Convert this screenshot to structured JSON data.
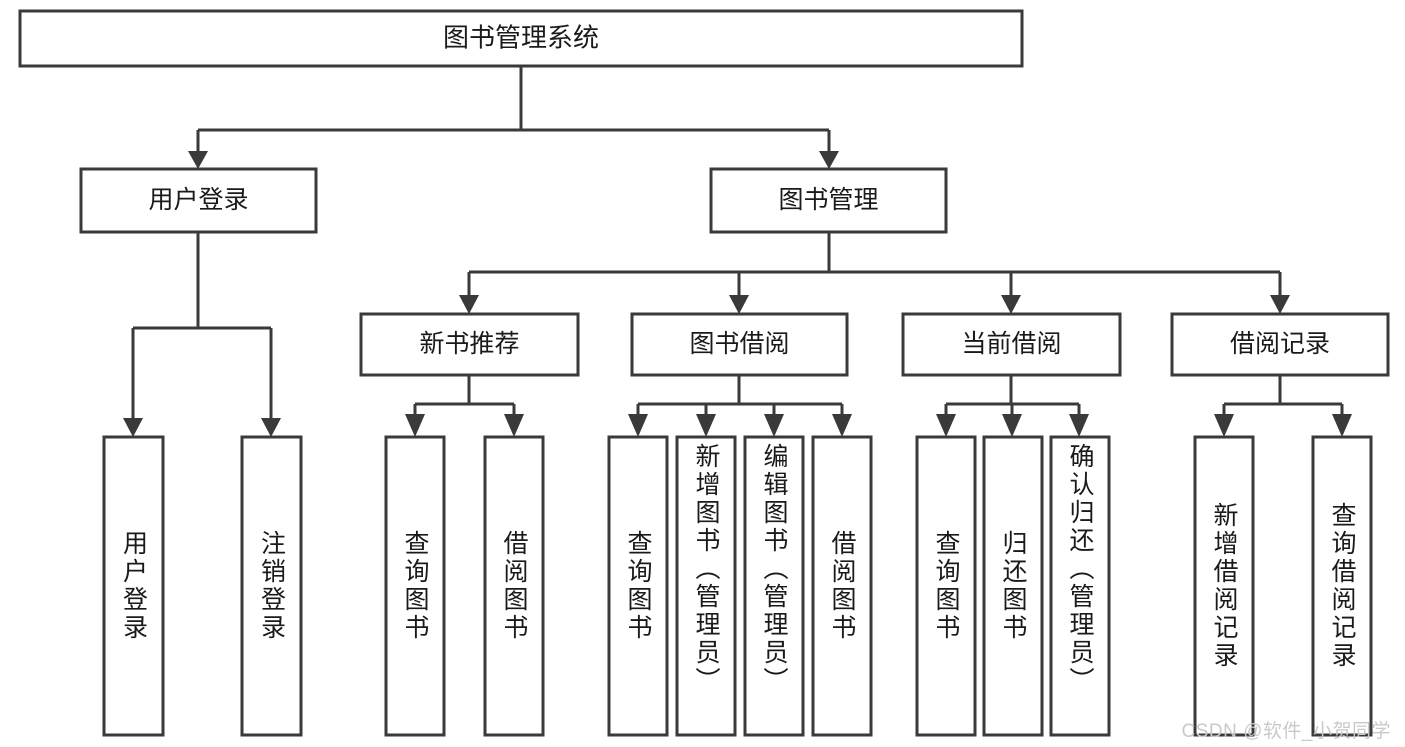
{
  "diagram": {
    "type": "tree",
    "title": "图书管理系统",
    "root": {
      "id": "root",
      "label": "图书管理系统",
      "orientation": "horizontal"
    },
    "level2": [
      {
        "id": "user-login",
        "label": "用户登录",
        "orientation": "horizontal"
      },
      {
        "id": "book-management",
        "label": "图书管理",
        "orientation": "horizontal"
      }
    ],
    "level3": [
      {
        "id": "new-book-recommend",
        "label": "新书推荐",
        "parent": "book-management",
        "orientation": "horizontal"
      },
      {
        "id": "book-borrow",
        "label": "图书借阅",
        "parent": "book-management",
        "orientation": "horizontal"
      },
      {
        "id": "current-borrow",
        "label": "当前借阅",
        "parent": "book-management",
        "orientation": "horizontal"
      },
      {
        "id": "borrow-record",
        "label": "借阅记录",
        "parent": "book-management",
        "orientation": "horizontal"
      }
    ],
    "leaves": [
      {
        "id": "leaf-user-login",
        "label": "用户登录",
        "parent": "user-login",
        "orientation": "vertical",
        "align": "center"
      },
      {
        "id": "leaf-logout",
        "label": "注销登录",
        "parent": "user-login",
        "orientation": "vertical",
        "align": "center"
      },
      {
        "id": "leaf-query-book-1",
        "label": "查询图书",
        "parent": "new-book-recommend",
        "orientation": "vertical",
        "align": "center"
      },
      {
        "id": "leaf-borrow-book-1",
        "label": "借阅图书",
        "parent": "new-book-recommend",
        "orientation": "vertical",
        "align": "center"
      },
      {
        "id": "leaf-query-book-2",
        "label": "查询图书",
        "parent": "book-borrow",
        "orientation": "vertical",
        "align": "center"
      },
      {
        "id": "leaf-add-book",
        "label": "新增图书（管理员）",
        "parent": "book-borrow",
        "orientation": "vertical",
        "align": "top"
      },
      {
        "id": "leaf-edit-book",
        "label": "编辑图书（管理员）",
        "parent": "book-borrow",
        "orientation": "vertical",
        "align": "top"
      },
      {
        "id": "leaf-borrow-book-2",
        "label": "借阅图书",
        "parent": "book-borrow",
        "orientation": "vertical",
        "align": "center"
      },
      {
        "id": "leaf-query-book-3",
        "label": "查询图书",
        "parent": "current-borrow",
        "orientation": "vertical",
        "align": "center"
      },
      {
        "id": "leaf-return-book",
        "label": "归还图书",
        "parent": "current-borrow",
        "orientation": "vertical",
        "align": "center"
      },
      {
        "id": "leaf-confirm-return",
        "label": "确认归还（管理员）",
        "parent": "current-borrow",
        "orientation": "vertical",
        "align": "top"
      },
      {
        "id": "leaf-add-record",
        "label": "新增借阅记录",
        "parent": "borrow-record",
        "orientation": "vertical",
        "align": "center"
      },
      {
        "id": "leaf-query-record",
        "label": "查询借阅记录",
        "parent": "borrow-record",
        "orientation": "vertical",
        "align": "center"
      }
    ],
    "colors": {
      "stroke": "#3a3a3a",
      "fill": "#ffffff",
      "text": "#1a1a1a",
      "watermark": "#c9c9c9",
      "background": "#ffffff"
    }
  },
  "watermark": {
    "text": "CSDN @软件_小贺同学"
  }
}
